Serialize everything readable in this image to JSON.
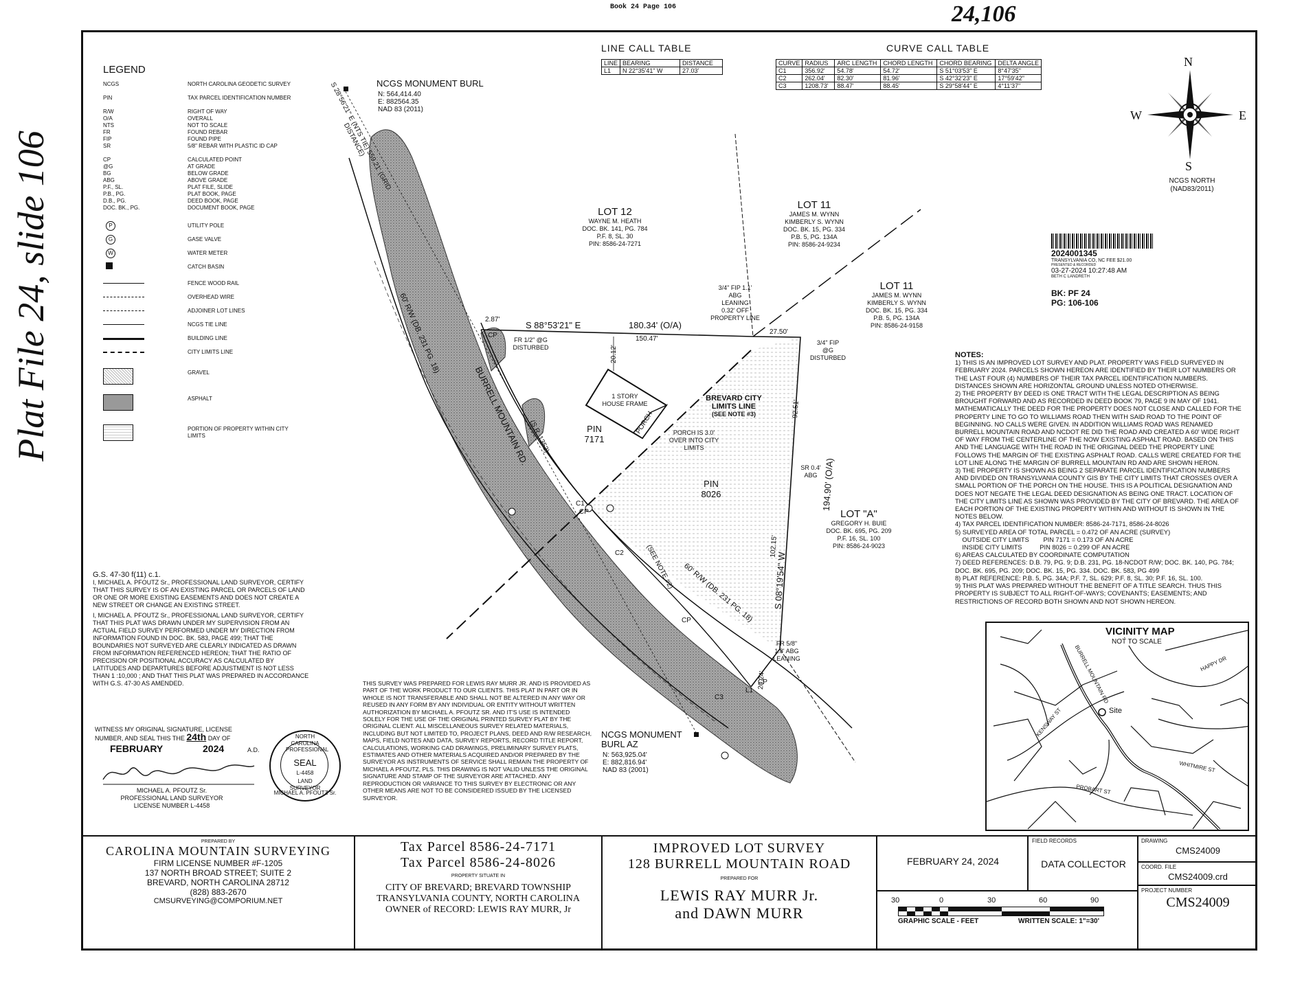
{
  "header": {
    "book_page": "Book 24 Page 106",
    "handwritten_top": "24,106",
    "handwritten_side": "Plat File 24, slide 106"
  },
  "line_table": {
    "title": "LINE CALL TABLE",
    "headers": [
      "LINE",
      "BEARING",
      "DISTANCE"
    ],
    "rows": [
      [
        "L1",
        "N 22°35'41\" W",
        "27.03'"
      ]
    ]
  },
  "curve_table": {
    "title": "CURVE CALL TABLE",
    "headers": [
      "CURVE",
      "RADIUS",
      "ARC LENGTH",
      "CHORD LENGTH",
      "CHORD BEARING",
      "DELTA ANGLE"
    ],
    "rows": [
      [
        "C1",
        "356.92'",
        "54.78'",
        "54.72'",
        "S 51°03'53\" E",
        "8°47'35\""
      ],
      [
        "C2",
        "262.04'",
        "82.30'",
        "81.96'",
        "S 42°32'23\" E",
        "17°59'42\""
      ],
      [
        "C3",
        "1208.73'",
        "88.47'",
        "88.45'",
        "S 29°58'44\" E",
        "4°11'37\""
      ]
    ]
  },
  "legend": {
    "title": "LEGEND",
    "abbrev": [
      [
        "NCGS",
        "NORTH CAROLINA GEODETIC SURVEY"
      ],
      [
        "PIN",
        "TAX PARCEL IDENTIFICATION NUMBER"
      ],
      [
        "R/W",
        "RIGHT OF WAY"
      ],
      [
        "O/A",
        "OVERALL"
      ],
      [
        "NTS",
        "NOT TO SCALE"
      ],
      [
        "FR",
        "FOUND REBAR"
      ],
      [
        "FIP",
        "FOUND PIPE"
      ],
      [
        "SR",
        "5/8\" REBAR WITH PLASTIC ID CAP"
      ],
      [
        "CP",
        "CALCULATED POINT"
      ],
      [
        "@G",
        "AT GRADE"
      ],
      [
        "BG",
        "BELOW GRADE"
      ],
      [
        "ABG",
        "ABOVE GRADE"
      ],
      [
        "P.F., SL.",
        "PLAT FILE, SLIDE"
      ],
      [
        "P.B., PG.",
        "PLAT BOOK, PAGE"
      ],
      [
        "D.B., PG.",
        "DEED BOOK, PAGE"
      ],
      [
        "DOC. BK., PG.",
        "DOCUMENT BOOK, PAGE"
      ]
    ],
    "symbols": [
      "UTILITY POLE",
      "GASE VALVE",
      "WATER METER",
      "CATCH BASIN",
      "FENCE WOOD RAIL",
      "OVERHEAD WIRE",
      "ADJOINER LOT LINES",
      "NCGS TIE LINE",
      "BUILDING LINE",
      "CITY LIMITS LINE",
      "GRAVEL",
      "ASPHALT",
      "PORTION OF PROPERTY WITHIN CITY LIMITS"
    ]
  },
  "north": {
    "n": "N",
    "s": "S",
    "e": "E",
    "w": "W",
    "caption1": "NCGS NORTH",
    "caption2": "(NAD83/2011)"
  },
  "recording": {
    "number": "2024001345",
    "county": "TRANSYLVANIA CO, NC FEE $21.00",
    "presented": "PRESENTED & RECORDED",
    "datetime": "03-27-2024 10:27:48 AM",
    "register": "BETH C LANDRETH",
    "bk": "BK: PF 24",
    "pg": "PG: 106-106"
  },
  "notes": {
    "title": "NOTES:",
    "items": [
      "1) THIS IS AN IMPROVED LOT SURVEY AND PLAT. PROPERTY WAS FIELD SURVEYED IN FEBRUARY 2024. PARCELS SHOWN HEREON ARE IDENTIFIED BY THEIR LOT NUMBERS OR THE LAST FOUR (4) NUMBERS OF THEIR TAX PARCEL IDENTIFICATION NUMBERS. DISTANCES SHOWN ARE HORIZONTAL GROUND UNLESS NOTED OTHERWISE.",
      "2) THE PROPERTY BY DEED IS ONE TRACT WITH THE LEGAL DESCRIPTION AS BEING BROUGHT FORWARD AND AS RECORDED IN DEED BOOK 79, PAGE 9 IN MAY OF 1941. MATHEMATICALLY THE DEED FOR THE PROPERTY DOES NOT CLOSE AND CALLED FOR THE PROPERTY LINE TO GO TO WILLIAMS ROAD THEN WITH SAID ROAD TO THE POINT OF BEGINNING. NO CALLS WERE GIVEN. IN ADDITION WILLIAMS ROAD WAS RENAMED BURRELL MOUNTAIN ROAD AND NCDOT RE DID THE ROAD AND CREATED A 60' WIDE RIGHT OF WAY FROM THE CENTERLINE OF THE NOW EXISTING ASPHALT ROAD. BASED ON THIS AND THE LANGUAGE WITH THE ROAD IN THE ORIGINAL DEED THE PROPERTY LINE FOLLOWS THE MARGIN OF THE EXISTING ASPHALT ROAD. CALLS WERE CREATED FOR THE LOT LINE ALONG THE MARGIN OF BURRELL MOUNTAIN RD AND ARE SHOWN HERON.",
      "3) THE PROPERTY IS SHOWN AS BEING 2 SEPARATE PARCEL IDENTIFICATION NUMBERS AND DIVIDED ON TRANSYLVANIA COUNTY GIS BY THE CITY LIMITS THAT CROSSES OVER A SMALL PORTION OF THE PORCH ON THE HOUSE. THIS IS A POLITICAL DESIGNATION AND DOES NOT NEGATE THE LEGAL DEED DESIGNATION AS BEING ONE TRACT. LOCATION OF THE CITY LIMITS LINE AS SHOWN WAS PROVIDED BY THE CITY OF BREVARD. THE AREA OF EACH PORTION OF THE EXISTING PROPERTY WITHIN AND WITHOUT IS SHOWN IN THE NOTES BELOW.",
      "4) TAX PARCEL IDENTIFICATION NUMBER: 8586-24-7171, 8586-24-8026",
      "5) SURVEYED AREA OF TOTAL PARCEL = 0.472 OF AN ACRE (SURVEY)",
      "    OUTSIDE CITY LIMITS        PIN 7171 = 0.173 OF AN ACRE",
      "    INSIDE CITY LIMITS          PIN 8026 = 0.299 OF AN ACRE",
      "6) AREAS CALCULATED BY COORDINATE COMPUTATION",
      "7) DEED REFERENCES: D.B. 79, PG. 9; D.B. 231, PG. 18-NCDOT R/W; DOC. BK. 140, PG. 784; DOC. BK. 695, PG. 209; DOC. BK. 15, PG. 334. DOC. BK. 583, PG 499",
      "8) PLAT REFERENCE: P.B. 5, PG. 34A; P.F. 7, SL. 629; P.F. 8, SL. 30; P.F. 16, SL. 100.",
      "9) THIS PLAT WAS PREPARED WITHOUT THE BENEFIT OF A TITLE SEARCH. THUS THIS PROPERTY IS SUBJECT TO ALL RIGHT-OF-WAYS; COVENANTS; EASEMENTS; AND RESTRICTIONS OF RECORD BOTH SHOWN AND NOT SHOWN HEREON."
    ]
  },
  "vicinity": {
    "title": "VICINITY MAP",
    "subtitle": "NOT TO SCALE",
    "site": "Site",
    "roads": [
      "BURRELL MOUNTAIN RD",
      "KENSWAY ST",
      "PROBART ST",
      "WHITMIRE ST",
      "HAPPY DR"
    ]
  },
  "plat": {
    "ncgs_burl": [
      "NCGS MONUMENT BURL",
      "N: 564,414.40",
      "E: 882564.35",
      "NAD 83 (2011)"
    ],
    "ncgs_burl_az": [
      "NCGS MONUMENT",
      "BURL AZ",
      "N: 563,925.04'",
      "E: 882,816.94'",
      "NAD 83 (2001)"
    ],
    "tie_label": "S 28°56'21\" E (NTS TIE) 559.21' (GRID DISTANCE)",
    "lot12": [
      "LOT 12",
      "WAYNE M. HEATH",
      "DOC. BK. 141, PG. 784",
      "P.F. 8, SL. 30",
      "PIN: 8586-24-7271"
    ],
    "lot11a": [
      "LOT 11",
      "JAMES M. WYNN",
      "KIMBERLY S. WYNN",
      "DOC. BK. 15, PG. 334",
      "P.B. 5, PG. 134A",
      "PIN: 8586-24-9234"
    ],
    "lot11b": [
      "LOT 11",
      "JAMES M. WYNN",
      "KIMBERLY S. WYNN",
      "DOC. BK. 15, PG. 334",
      "P.B. 5, PG. 134A",
      "PIN: 8586-24-9158"
    ],
    "lotA": [
      "LOT \"A\"",
      "GREGORY H. BUIE",
      "DOC. BK. 695, PG. 209",
      "P.F. 16, SL. 100",
      "PIN: 8586-24-9023"
    ],
    "fip_top": [
      "3/4\" FIP 1.1'",
      "ABG",
      "LEANING",
      "0.32' OFF",
      "PROPERTY LINE"
    ],
    "fip_right": [
      "3/4\" FIP",
      "@G",
      "DISTURBED"
    ],
    "fr_half": [
      "FR 1/2\" @G",
      "DISTURBED"
    ],
    "fr_58": [
      "FR 5/8\"",
      "1.8' ABG",
      "LEANING"
    ],
    "sr": [
      "SR 0.4'",
      "ABG"
    ],
    "north_line": "S 88°53'21\" E",
    "north_dist": "180.34' (O/A)",
    "seg_150": "150.47'",
    "seg_2787": "2.87'",
    "seg_2750": "27.50'",
    "seg_2012": "20.12'",
    "east_line": "S 08°19'54\" W",
    "east_dist": "194.90' (O/A)",
    "seg_9251": "92.51'",
    "seg_10215": "102.15'",
    "seg_2024": "20.24'",
    "house": [
      "1 STORY",
      "HOUSE FRAME"
    ],
    "porch": "PORCH",
    "porch_note": [
      "PORCH IS 3.0'",
      "OVER INTO CITY",
      "LIMITS"
    ],
    "city_limits": [
      "BREVARD CITY",
      "LIMITS LINE",
      "(SEE NOTE #3)"
    ],
    "pin7171": [
      "PIN",
      "7171"
    ],
    "pin8026": [
      "PIN",
      "8026"
    ],
    "road": "BURRELL MOUNTAIN RD.",
    "road_sr": "(S.R. 1352)",
    "rw_left": "60' R/W (DB. 231 PG. 18)",
    "rw_right": "60' R/W (DB. 231 PG. 18)",
    "see_note2": "(SEE NOTE #2)",
    "curves": [
      "C1",
      "C2",
      "C3",
      "L1",
      "CP",
      "CP",
      "CP",
      "CP"
    ]
  },
  "certification": {
    "gs": "G.S. 47-30 f(11) c.1.",
    "p1": "I, MICHAEL A. PFOUTZ Sr., PROFESSIONAL LAND SURVEYOR, CERTIFY THAT THIS SURVEY IS OF AN EXISTING PARCEL OR PARCELS OF LAND OR ONE OR MORE EXISTING EASEMENTS AND DOES NOT CREATE A NEW STREET OR CHANGE AN EXISTING STREET.",
    "p2": "I, MICHAEL A. PFOUTZ Sr., PROFESSIONAL LAND SURVEYOR, CERTIFY THAT THIS PLAT WAS DRAWN UNDER MY SUPERVISION FROM AN ACTUAL FIELD SURVEY PERFORMED UNDER MY DIRECTION FROM INFORMATION FOUND IN DOC. BK. 583, PAGE 499; THAT THE BOUNDARIES NOT SURVEYED ARE CLEARLY INDICATED AS DRAWN FROM INFORMATION REFERENCED HEREON; THAT THE RATIO OF PRECISION OR POSITIONAL ACCURACY AS CALCULATED BY LATITUDES AND DEPARTURES BEFORE ADJUSTMENT IS NOT LESS THAN 1 :10,000 ; AND THAT THIS PLAT WAS PREPARED IN ACCORDANCE WITH G.S. 47-30 AS AMENDED.",
    "witness1": "WITNESS MY ORIGINAL SIGNATURE, LICENSE",
    "witness2a": "NUMBER, AND SEAL THIS THE",
    "day": "24th",
    "witness2b": "DAY OF",
    "month": "FEBRUARY",
    "year": "2024",
    "ad": "A.D.",
    "name": "MICHAEL A. PFOUTZ Sr.",
    "title": "PROFESSIONAL LAND SURVEYOR",
    "license": "LICENSE NUMBER  L-4458",
    "seal": [
      "NORTH CAROLINA",
      "PROFESSIONAL",
      "SEAL",
      "L-4458",
      "LAND SURVEYOR",
      "MICHAEL A. PFOUTZ Sr."
    ]
  },
  "disclaimer": "THIS SURVEY WAS PREPARED FOR LEWIS RAY MURR JR. AND IS PROVIDED AS PART OF THE WORK PRODUCT TO OUR CLIENTS. THIS PLAT IN PART OR IN WHOLE IS NOT TRANSFERABLE AND SHALL NOT BE ALTERED IN ANY WAY OR REUSED IN ANY FORM BY ANY INDIVIDUAL OR ENTITY WITHOUT WRITTEN AUTHORIZATION BY MICHAEL A. PFOUTZ SR. AND IT'S USE IS INTENDED SOLELY FOR THE USE OF THE ORIGINAL PRINTED SURVEY PLAT BY THE ORIGINAL CLIENT. ALL MISCELLANEOUS SURVEY RELATED MATERIALS, INCLUDING BUT NOT LIMITED TO, PROJECT PLANS, DEED AND R/W RESEARCH, MAPS, FIELD NOTES AND DATA, SURVEY REPORTS, RECORD TITLE REPORT, CALCULATIONS, WORKING CAD DRAWINGS, PRELIMINARY SURVEY PLATS, ESTIMATES AND OTHER MATERIALS ACQUIRED AND/OR PREPARED BY THE SURVEYOR AS INSTRUMENTS OF SERVICE SHALL REMAIN THE PROPERTY OF MICHAEL A PFOUTZ, PLS. THIS DRAWING IS NOT VALID UNLESS THE ORIGINAL SIGNATURE AND STAMP OF THE SURVEYOR ARE ATTACHED. ANY REPRODUCTION OR VARIANCE TO THIS SURVEY BY ELECTRONIC OR ANY OTHER MEANS ARE NOT TO BE CONSIDERED ISSUED BY THE LICENSED SURVEYOR.",
  "title_block": {
    "prepared_by": "PREPARED BY",
    "firm": "CAROLINA MOUNTAIN SURVEYING",
    "firm_license": "FIRM LICENSE NUMBER #F-1205",
    "address1": "137 NORTH BROAD STREET; SUITE 2",
    "address2": "BREVARD, NORTH CAROLINA  28712",
    "phone": "(828) 883-2670",
    "email": "CMSURVEYING@COMPORIUM.NET",
    "tax1": "Tax Parcel 8586-24-7171",
    "tax2": "Tax Parcel 8586-24-8026",
    "situate": "PROPERTY SITUATE IN",
    "loc1": "CITY OF BREVARD; BREVARD TOWNSHIP",
    "loc2": "TRANSYLVANIA COUNTY, NORTH CAROLINA",
    "owner": "OWNER of RECORD: LEWIS RAY MURR, Jr",
    "survey1": "IMPROVED LOT SURVEY",
    "survey2": "128 BURRELL MOUNTAIN ROAD",
    "prepared_for": "PREPARED FOR",
    "client1": "LEWIS RAY MURR Jr.",
    "client2": "and DAWN MURR",
    "date": "FEBRUARY 24, 2024",
    "field_records": "FIELD RECORDS",
    "data_collector": "DATA COLLECTOR",
    "scale_ticks": [
      "30",
      "0",
      "30",
      "60",
      "90"
    ],
    "scale_caption": "GRAPHIC SCALE - FEET",
    "written_scale": "WRITTEN SCALE: 1\"=30'",
    "drawing_label": "DRAWING",
    "drawing": "CMS24009",
    "coord_label": "COORD. FILE",
    "coord": "CMS24009.crd",
    "project_label": "PROJECT NUMBER",
    "project": "CMS24009"
  }
}
